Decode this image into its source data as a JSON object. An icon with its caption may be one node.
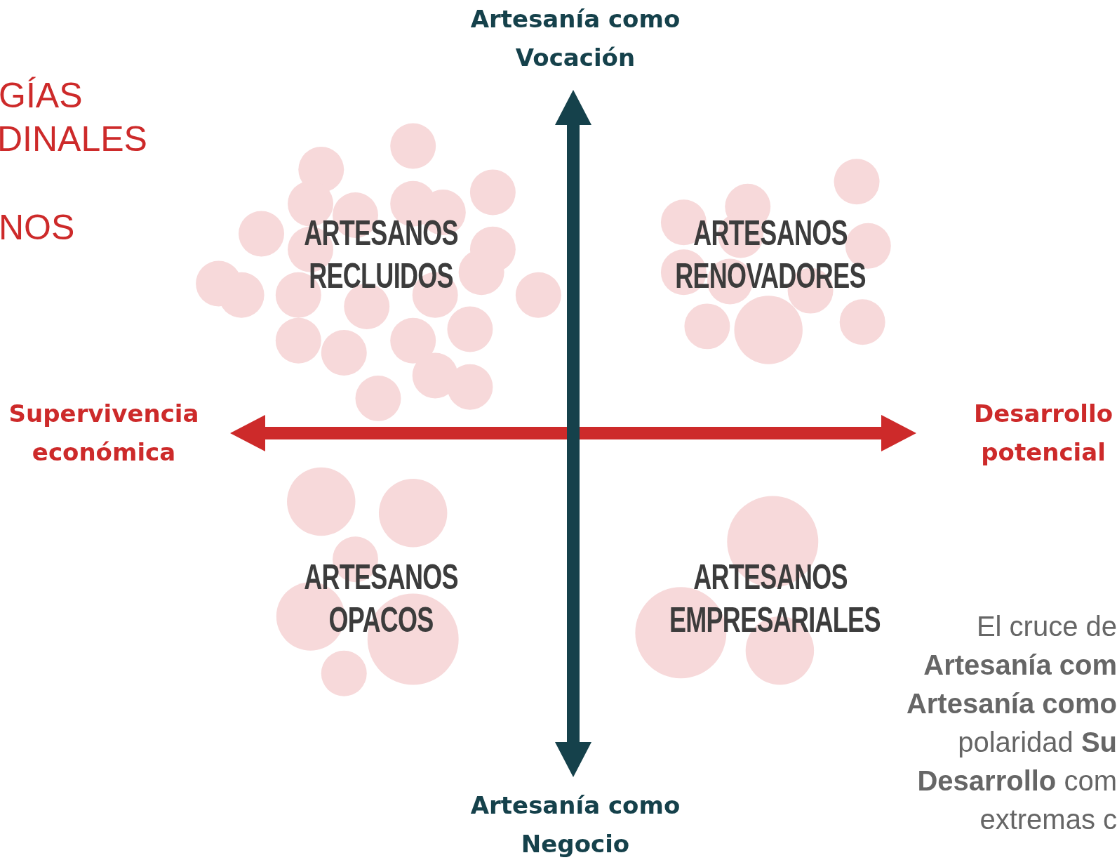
{
  "diagram": {
    "labels": [
      "Artesanía como Vocación",
      "GÍAS",
      "DINALES",
      "NOS",
      "ARTESANOS RECLUIDOS",
      "ARTESANOS RENOVADORES",
      "Supervivencia económica",
      "Desarrollo potencial",
      "ARTESANOS OPACOS",
      "ARTESANOS EMPRESARIALES",
      "El cruce de",
      "**Artesanía com**",
      "**Artesanía como**",
      "polaridad **Su**",
      "**Desarrollo** com",
      "extremas c",
      "Artesanía como Negocio"
    ]
  }
}
